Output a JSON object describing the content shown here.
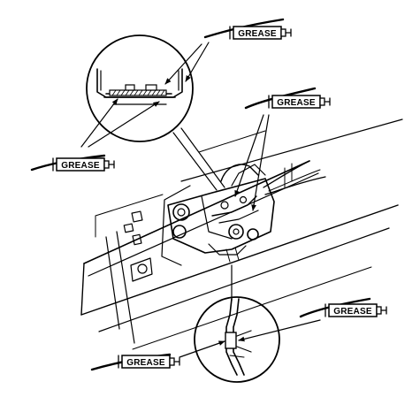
{
  "diagram": {
    "callouts": [
      {
        "id": "top-right",
        "label": "GREASE"
      },
      {
        "id": "left",
        "label": "GREASE"
      },
      {
        "id": "mid-right",
        "label": "GREASE"
      },
      {
        "id": "lower-right",
        "label": "GREASE"
      },
      {
        "id": "bottom-left",
        "label": "GREASE"
      }
    ]
  }
}
